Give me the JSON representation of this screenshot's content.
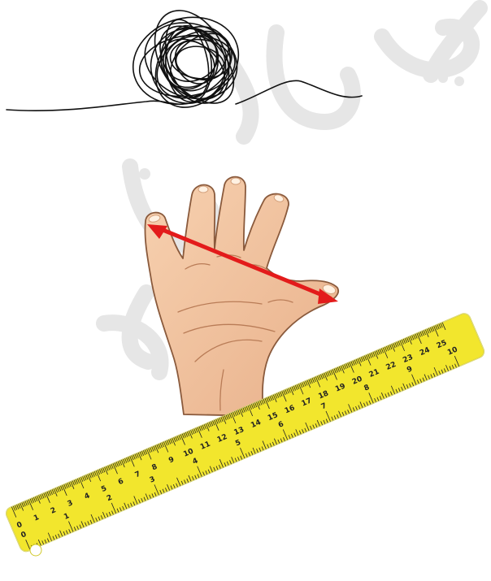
{
  "colors": {
    "background": "#ffffff",
    "thread": "#111111",
    "skin": "#f2c5a0",
    "skin_shade": "#d79c73",
    "hand_outline": "#8a5a3c",
    "arrow": "#e31b1b",
    "ruler_fill": "#f2e62d",
    "ruler_edge": "#c9c21e",
    "ruler_text": "#222222",
    "watermark": "#e6e6e6"
  },
  "illustrations": {
    "thread_icon": "tangled-thread",
    "hand_icon": "open-hand-with-span-arrow",
    "watermark_icon": "arabic-calligraphy-watermark"
  },
  "ruler": {
    "cm_labels": [
      "0",
      "1",
      "2",
      "3",
      "4",
      "5",
      "6",
      "7",
      "8",
      "9",
      "10",
      "11",
      "12",
      "13",
      "14",
      "15",
      "16",
      "17",
      "18",
      "19",
      "20",
      "21",
      "22",
      "23",
      "24",
      "25"
    ],
    "inch_labels": [
      "0",
      "1",
      "2",
      "3",
      "4",
      "5",
      "6",
      "7",
      "8",
      "9",
      "10"
    ]
  }
}
